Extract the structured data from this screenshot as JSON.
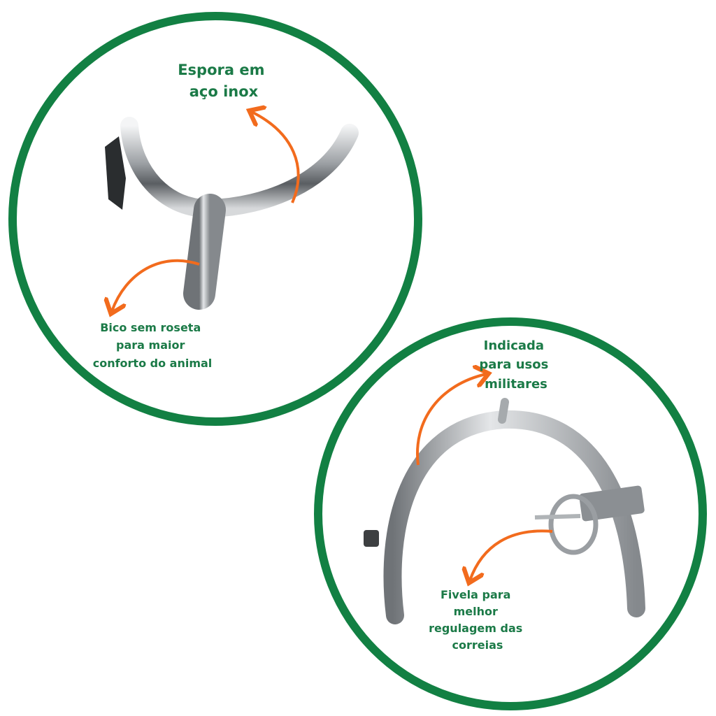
{
  "colors": {
    "ring": "#128043",
    "label": "#1b7a47",
    "arrow": "#f26b1d",
    "metal": "#b9bcbf"
  },
  "panel_top": {
    "title_lines": [
      "Espora em",
      "aço inox"
    ],
    "callout_lines": [
      "Bico sem roseta",
      "para maior",
      "conforto do animal"
    ]
  },
  "panel_bottom": {
    "title_lines": [
      "Indicada",
      "para usos",
      "militares"
    ],
    "callout_lines": [
      "Fivela para",
      "melhor",
      "regulagem das",
      "correias"
    ]
  }
}
